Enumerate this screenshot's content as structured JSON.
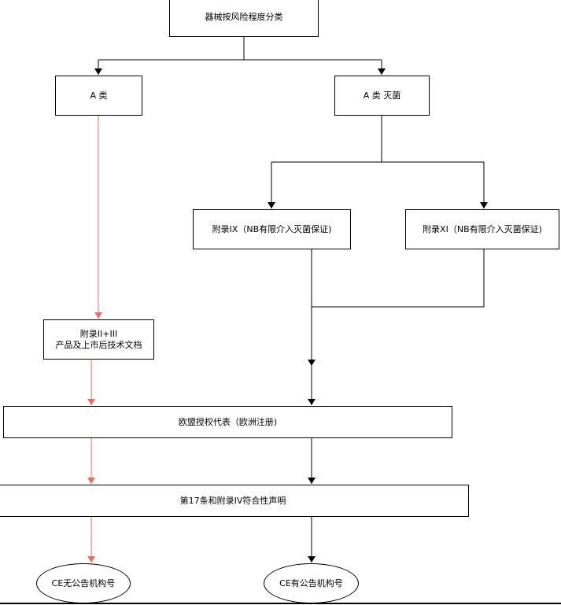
{
  "colors": {
    "black_edge": "#000000",
    "red_edge": "#ea6b66"
  },
  "nodes": {
    "root": "器械按风险程度分类",
    "class_a": "A 类",
    "class_a_sterile": "A 类 灭菌",
    "annex_ix": "附录IX（NB有限介入灭菌保证)",
    "annex_xi": "附录XI（NB有限介入灭菌保证)",
    "annex_ii_iii_line1": "附录II+III",
    "annex_ii_iii_line2": "产品及上市后技术文档",
    "eu_rep": "欧盟授权代表（欧洲注册)",
    "declaration": "第17条和附录IV符合性声明",
    "ce_no_nb": "CE无公告机构号",
    "ce_with_nb": "CE有公告机构号"
  }
}
